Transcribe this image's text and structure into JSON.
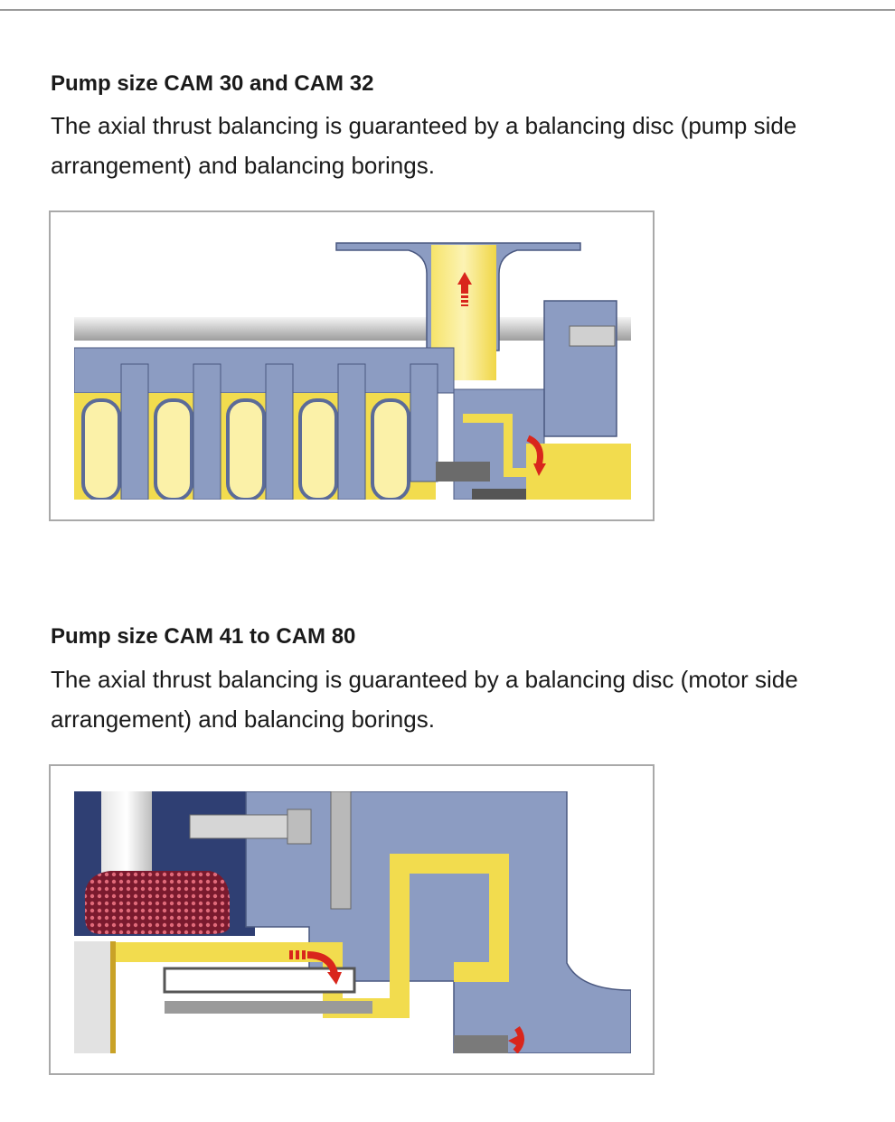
{
  "sections": [
    {
      "heading": "Pump size CAM 30 and CAM 32",
      "text_line1": "The axial thrust balancing is guaranteed by a balancing disc (pump side",
      "text_line2": "arrangement) and balancing borings.",
      "figure_icon": "pump-cross-section-pump-side-balancing-disc"
    },
    {
      "heading": "Pump size CAM 41 to CAM 80",
      "text_line1": "The axial thrust balancing is guaranteed by a balancing disc (motor side",
      "text_line2": "arrangement) and balancing borings.",
      "figure_icon": "pump-cross-section-motor-side-balancing-disc"
    }
  ],
  "colors": {
    "metal_blue": "#8c9cc2",
    "metal_dark": "#5b6b98",
    "fluid_yellow": "#f2dc4e",
    "fluid_light": "#fbf1a8",
    "flow_arrow_red": "#d9261c",
    "frame_gray": "#a9a9a9",
    "winding_red": "#7a1a2e"
  }
}
